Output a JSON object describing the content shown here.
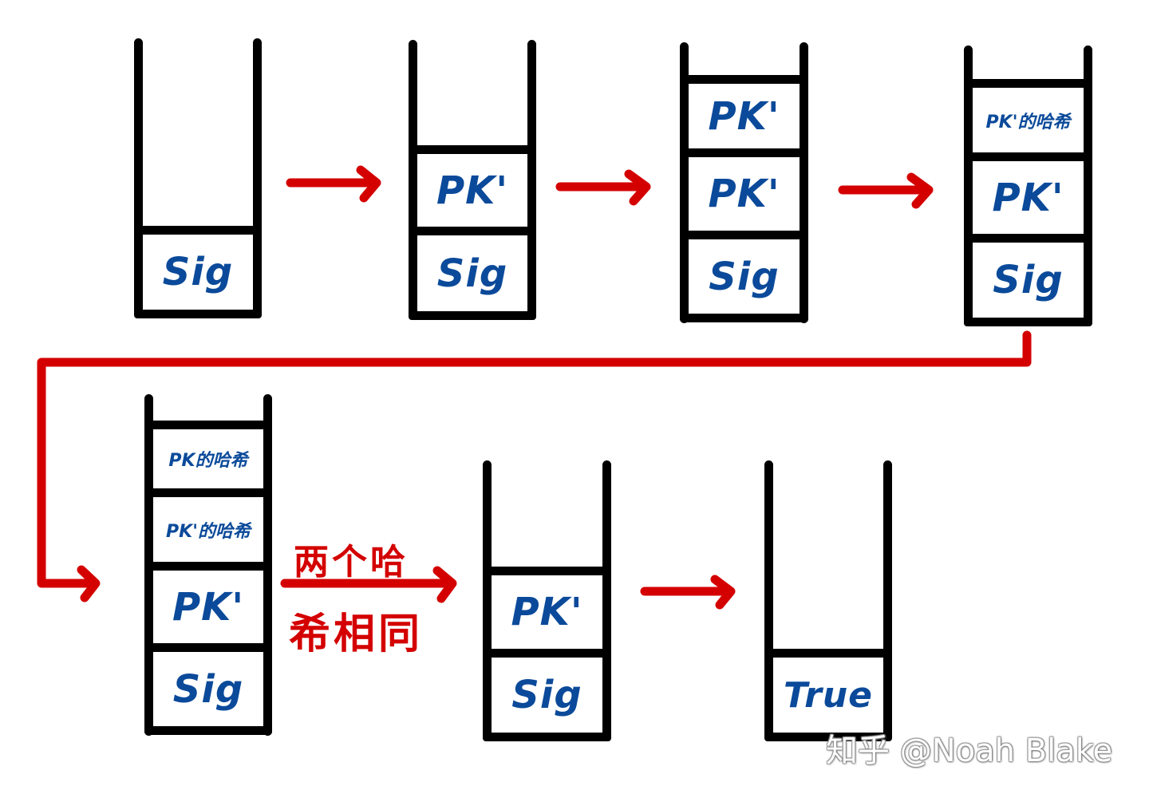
{
  "diagram": {
    "type": "stack-execution-flow",
    "colors": {
      "stack_outline": "#000000",
      "cell_text": "#0b4a9a",
      "arrow": "#d40000",
      "background": "#ffffff"
    },
    "stacks": [
      {
        "id": "s1",
        "cells_top_to_bottom": [
          "Sig"
        ]
      },
      {
        "id": "s2",
        "cells_top_to_bottom": [
          "PK'",
          "Sig"
        ]
      },
      {
        "id": "s3",
        "cells_top_to_bottom": [
          "PK'",
          "PK'",
          "Sig"
        ]
      },
      {
        "id": "s4",
        "cells_top_to_bottom": [
          "PK'的哈希",
          "PK'",
          "Sig"
        ]
      },
      {
        "id": "s5",
        "cells_top_to_bottom": [
          "PK的哈希",
          "PK'的哈希",
          "PK'",
          "Sig"
        ]
      },
      {
        "id": "s6",
        "cells_top_to_bottom": [
          "PK'",
          "Sig"
        ]
      },
      {
        "id": "s7",
        "cells_top_to_bottom": [
          "True"
        ]
      }
    ],
    "edges": [
      {
        "from": "s1",
        "to": "s2",
        "label": ""
      },
      {
        "from": "s2",
        "to": "s3",
        "label": ""
      },
      {
        "from": "s3",
        "to": "s4",
        "label": ""
      },
      {
        "from": "s4",
        "to": "s5",
        "label": ""
      },
      {
        "from": "s5",
        "to": "s6",
        "label_line1": "两个哈",
        "label_line2": "希相同"
      },
      {
        "from": "s6",
        "to": "s7",
        "label": ""
      }
    ],
    "watermark": "知乎 @Noah Blake"
  }
}
